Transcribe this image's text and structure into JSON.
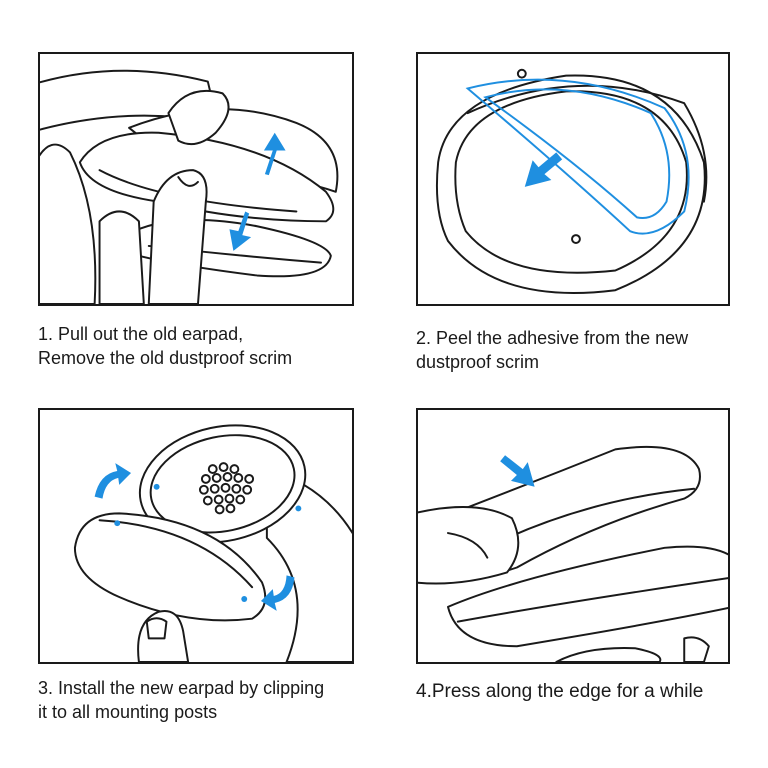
{
  "steps": [
    {
      "line1": "1. Pull out the old earpad,",
      "line2": "Remove the old dustproof scrim"
    },
    {
      "line1": "2. Peel the adhesive from the new",
      "line2": "dustproof scrim"
    },
    {
      "line1": "3. Install the new earpad by clipping",
      "line2": "it to all mounting posts"
    },
    {
      "line1": "4.Press along the edge for a while",
      "line2": ""
    }
  ],
  "colors": {
    "accent": "#1f8fe0",
    "line": "#1a1a1a",
    "background": "#ffffff"
  }
}
